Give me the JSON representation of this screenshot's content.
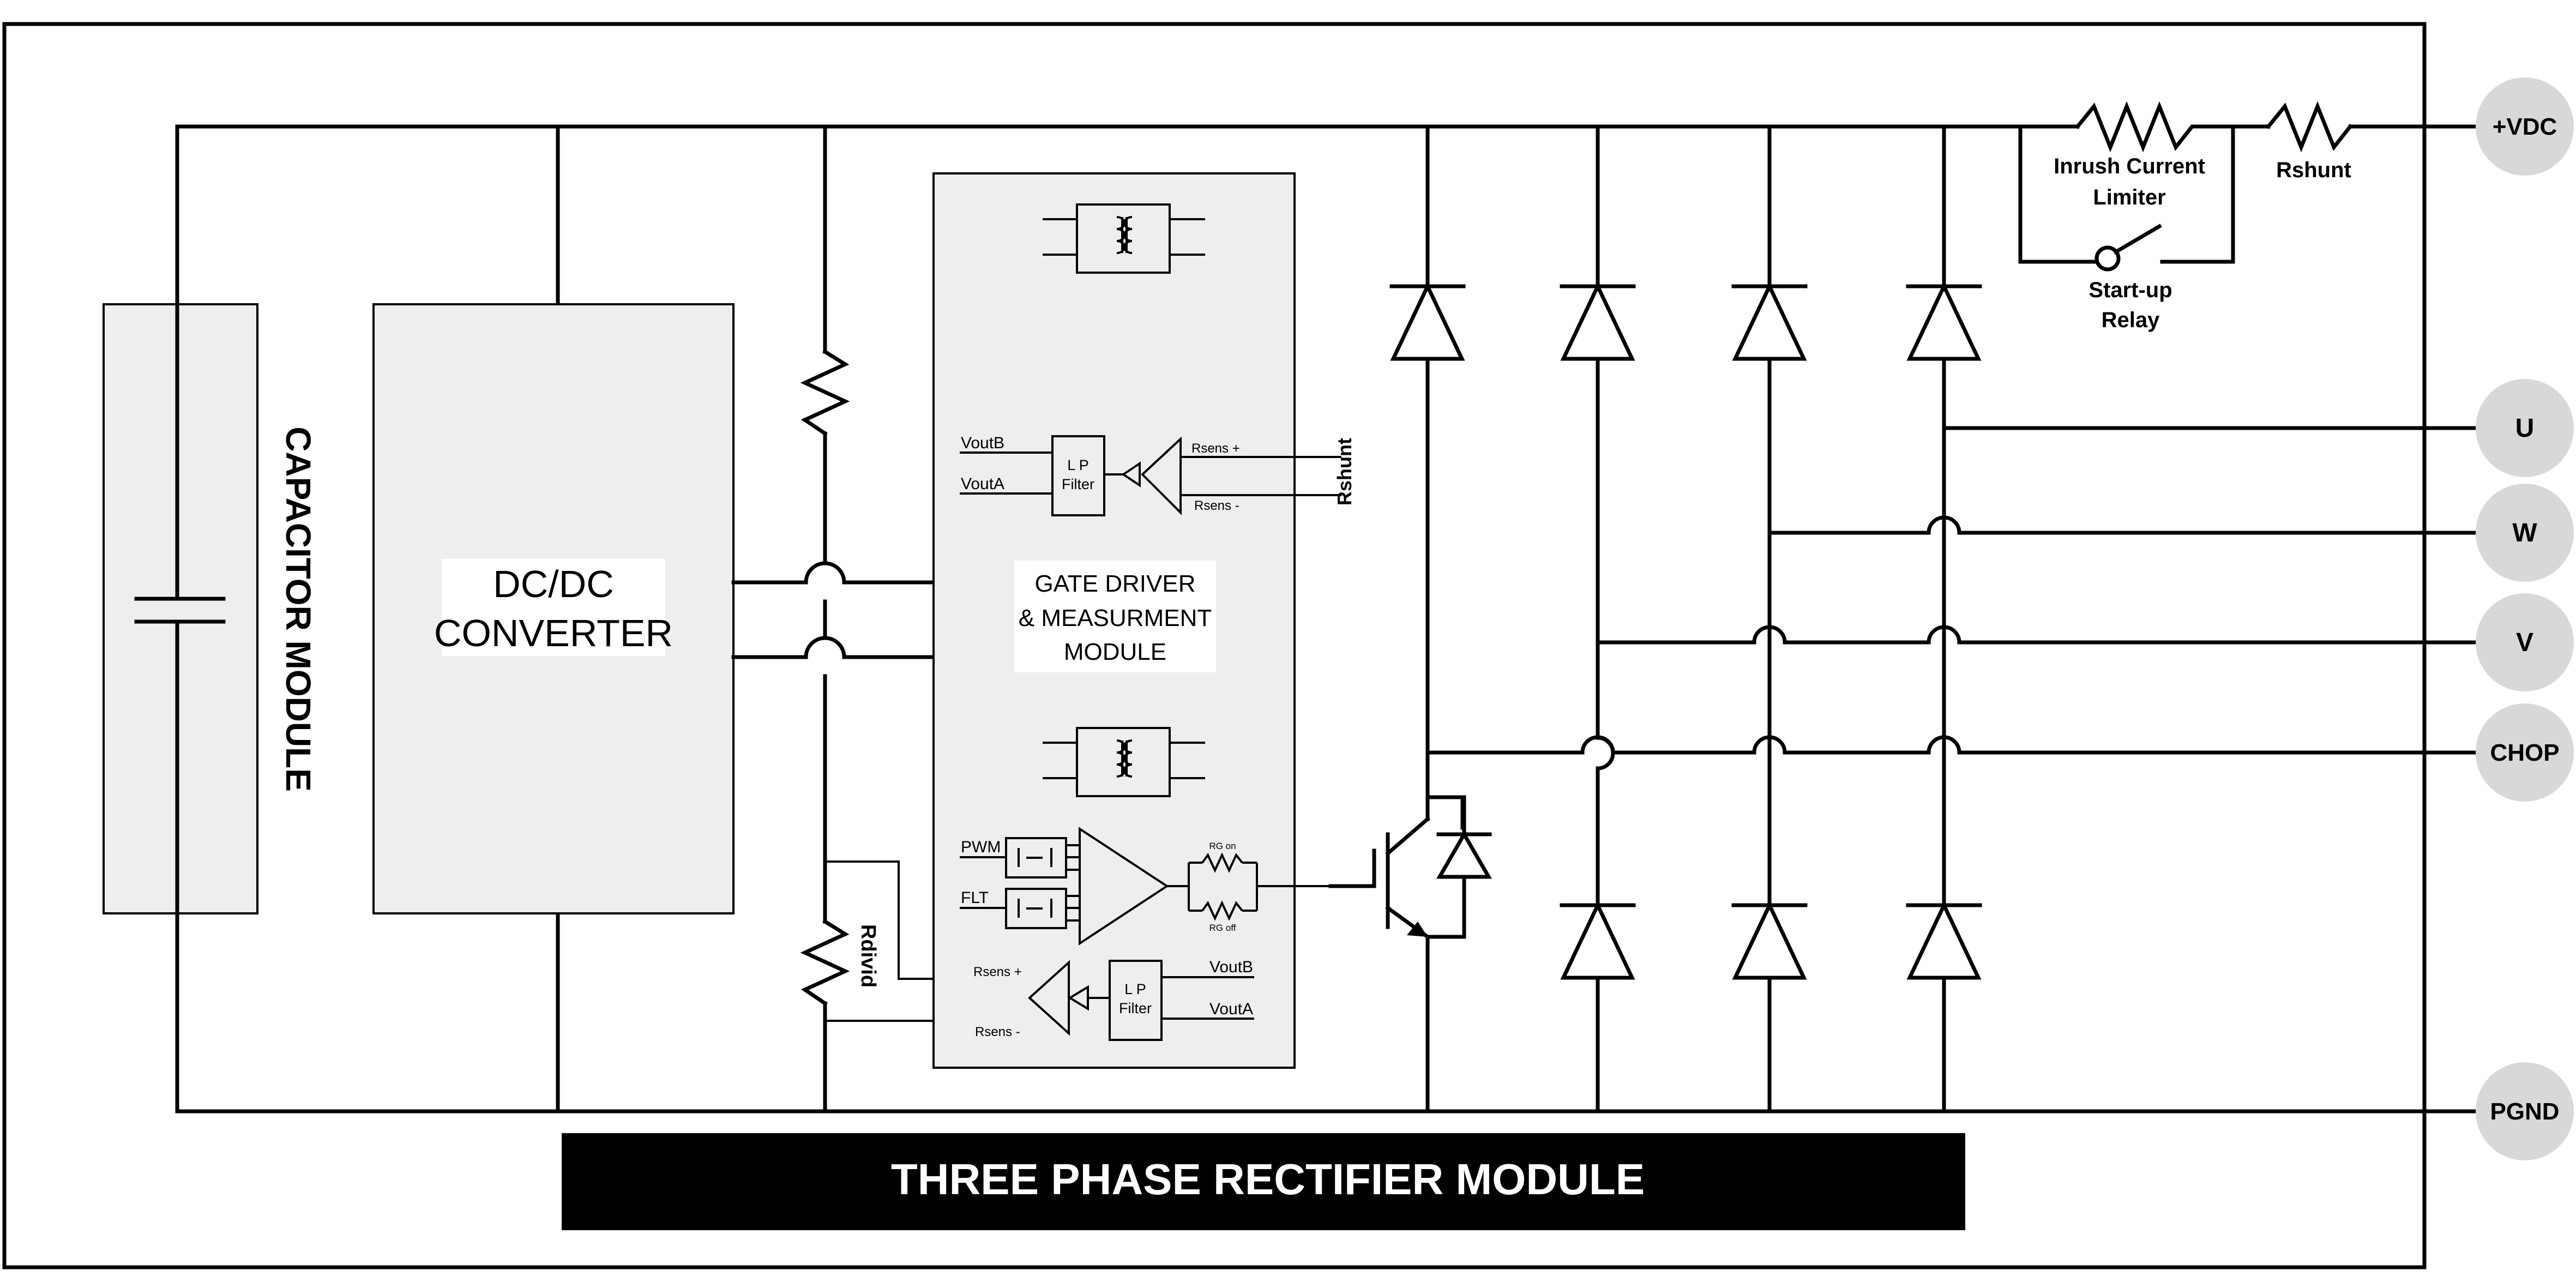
{
  "colors": {
    "module_fill": "#eeeeee",
    "terminal_fill": "#d8d8d8",
    "wire": "#000000",
    "banner": "#000000",
    "banner_text": "#ffffff"
  },
  "modules": {
    "capacitor": "CAPACITOR MODULE",
    "dcdc_line1": "DC/DC",
    "dcdc_line2": "CONVERTER",
    "gate_line1": "GATE DRIVER",
    "gate_line2": "& MEASURMENT",
    "gate_line3": "MODULE"
  },
  "gate_driver": {
    "voutb_top": "VoutB",
    "vouta_top": "VoutA",
    "lp1": "L P",
    "filter1": "Filter",
    "rsens_plus_top": "Rsens +",
    "rsens_minus_top": "Rsens -",
    "rshunt_side": "Rshunt",
    "pwm": "PWM",
    "flt": "FLT",
    "rg_on": "RG on",
    "rg_off": "RG off",
    "rsens_plus_bot": "Rsens +",
    "rsens_minus_bot": "Rsens -",
    "lp2": "L P",
    "filter2": "Filter",
    "voutb_bot": "VoutB",
    "vouta_bot": "VoutA"
  },
  "labels": {
    "inrush_line1": "Inrush Current",
    "inrush_line2": "Limiter",
    "rshunt": "Rshunt",
    "relay_line1": "Start-up",
    "relay_line2": "Relay",
    "rdivid": "Rdivid"
  },
  "terminals": {
    "vdc": "+VDC",
    "u": "U",
    "w": "W",
    "v": "V",
    "chop": "CHOP",
    "pgnd": "PGND"
  },
  "footer": {
    "title": "THREE PHASE RECTIFIER MODULE"
  }
}
